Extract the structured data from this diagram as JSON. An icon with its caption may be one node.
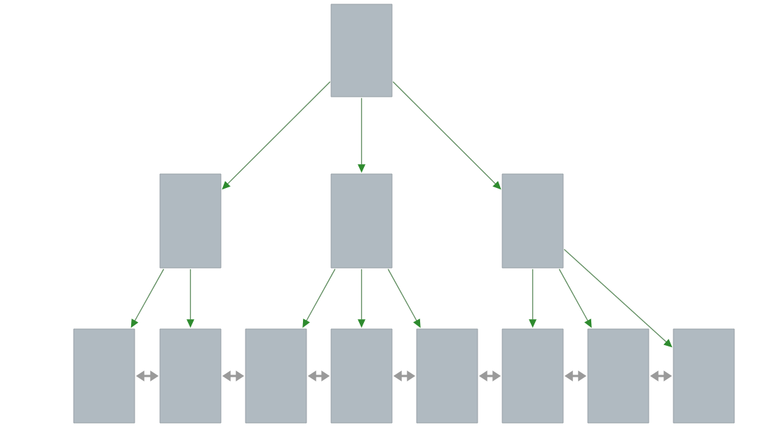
{
  "diagram": {
    "nodes": [
      {
        "text": [],
        "shape": "box"
      },
      {
        "text": [],
        "shape": "box"
      },
      {
        "text": [],
        "shape": "box"
      },
      {
        "text": [],
        "shape": "box"
      },
      {
        "text": [],
        "shape": "box"
      },
      {
        "text": [],
        "shape": "box"
      },
      {
        "text": [],
        "shape": "box"
      },
      {
        "text": [],
        "shape": "box"
      },
      {
        "text": [],
        "shape": "box"
      },
      {
        "text": [],
        "shape": "box"
      },
      {
        "text": [],
        "shape": "box"
      },
      {
        "text": [],
        "shape": "box"
      }
    ],
    "edges": [
      {
        "from": 0,
        "to": 1,
        "arrow": "to"
      },
      {
        "from": 0,
        "to": 2,
        "arrow": "to"
      },
      {
        "from": 0,
        "to": 3,
        "arrow": "to"
      },
      {
        "from": 1,
        "to": 4,
        "arrow": "to"
      },
      {
        "from": 1,
        "to": 5,
        "arrow": "to"
      },
      {
        "from": 2,
        "to": 6,
        "arrow": "to"
      },
      {
        "from": 2,
        "to": 7,
        "arrow": "to"
      },
      {
        "from": 2,
        "to": 8,
        "arrow": "to"
      },
      {
        "from": 3,
        "to": 9,
        "arrow": "to"
      },
      {
        "from": 3,
        "to": 10,
        "arrow": "to"
      },
      {
        "from": 3,
        "to": 11,
        "arrow": "to"
      },
      {
        "from": 4,
        "to": 5,
        "arrow": "both",
        "style": "thick",
        "color": "#9a9a9a"
      },
      {
        "from": 5,
        "to": 6,
        "arrow": "both",
        "style": "thick",
        "color": "#9a9a9a"
      },
      {
        "from": 6,
        "to": 7,
        "arrow": "both",
        "style": "thick",
        "color": "#9a9a9a"
      },
      {
        "from": 7,
        "to": 8,
        "arrow": "both",
        "style": "thick",
        "color": "#9a9a9a"
      },
      {
        "from": 8,
        "to": 9,
        "arrow": "both",
        "style": "thick",
        "color": "#9a9a9a"
      },
      {
        "from": 9,
        "to": 10,
        "arrow": "both",
        "style": "thick",
        "color": "#9a9a9a"
      },
      {
        "from": 10,
        "to": 11,
        "arrow": "both",
        "style": "thick",
        "color": "#9a9a9a"
      }
    ]
  }
}
